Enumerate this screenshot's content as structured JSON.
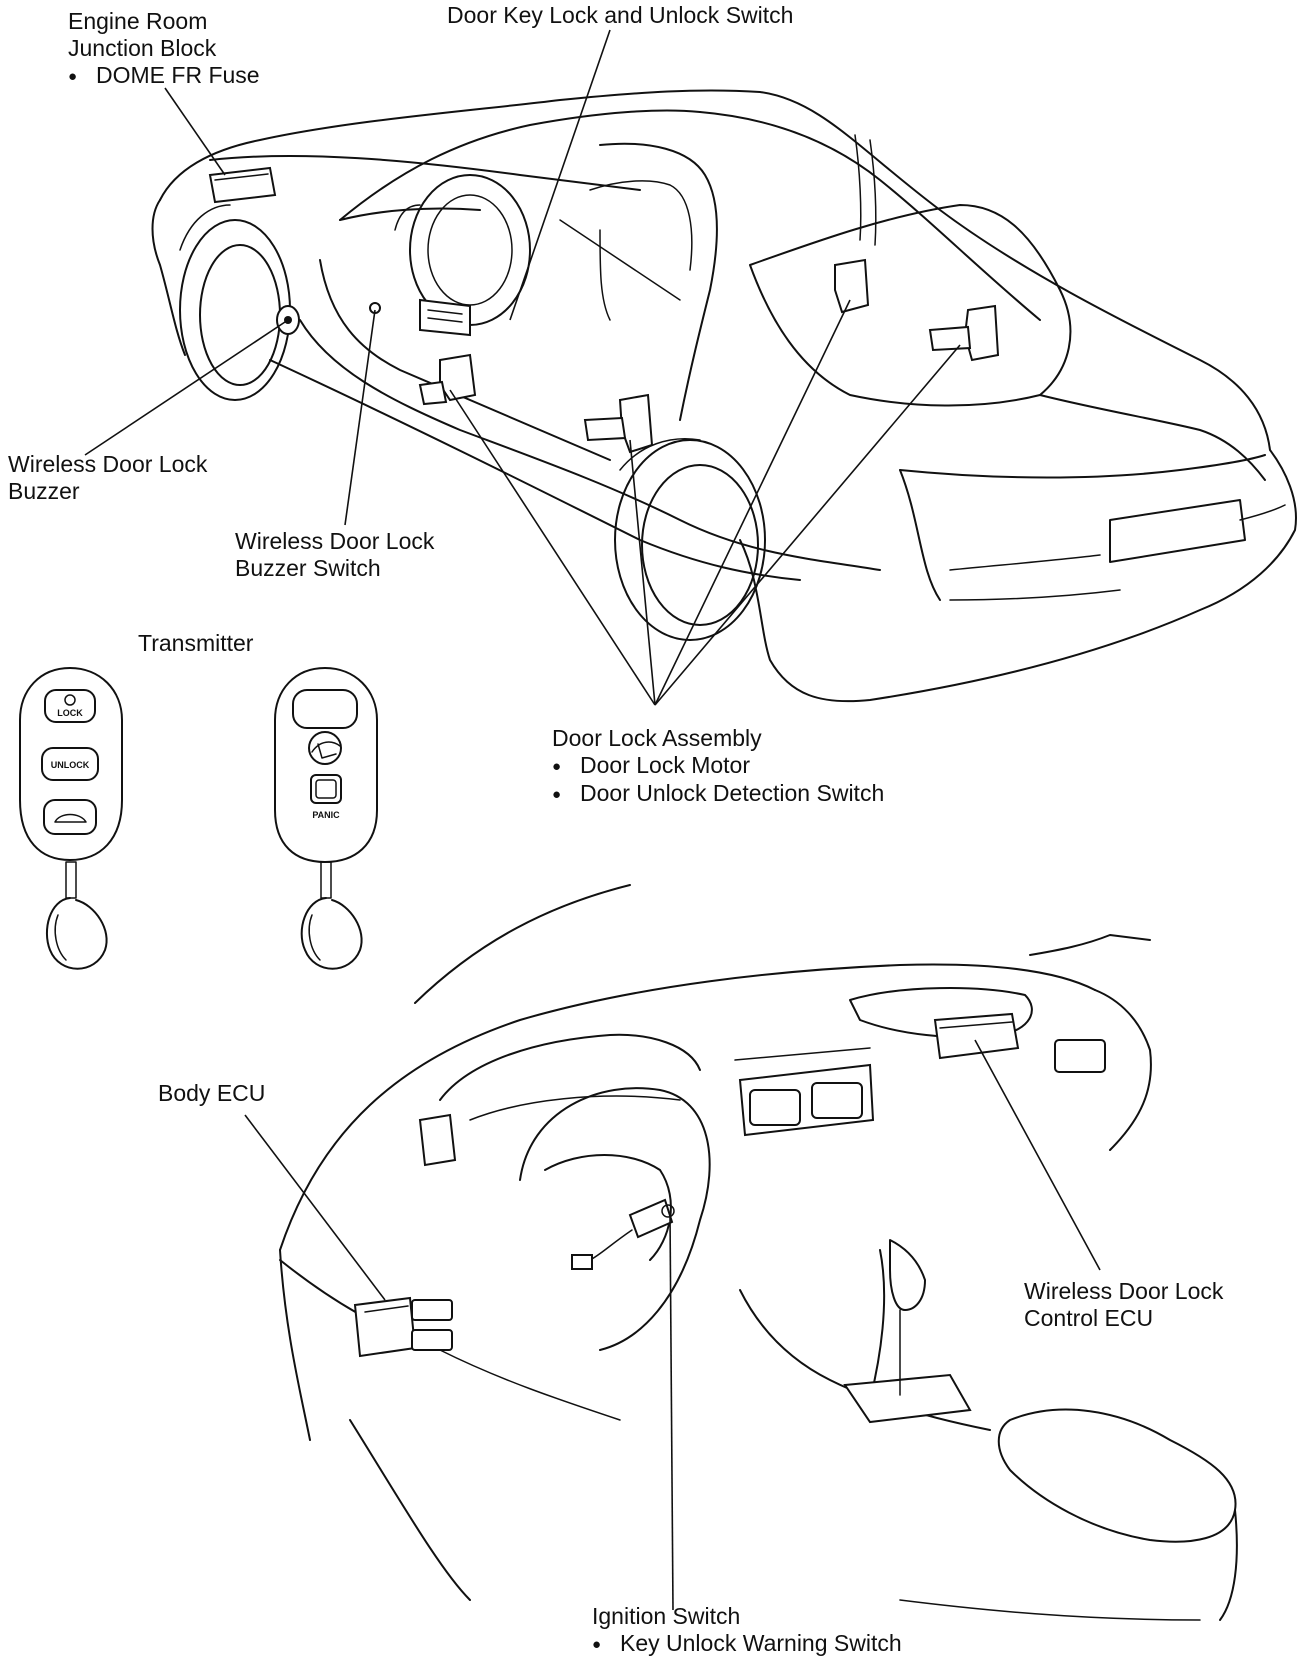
{
  "labels": {
    "engine_room": [
      "Engine Room",
      "Junction Block",
      "DOME FR Fuse"
    ],
    "door_key_switch": "Door Key Lock and Unlock Switch",
    "wireless_buzzer": [
      "Wireless Door Lock",
      "Buzzer"
    ],
    "buzzer_switch": [
      "Wireless Door Lock",
      "Buzzer Switch"
    ],
    "transmitter": "Transmitter",
    "door_lock_assembly": [
      "Door Lock Assembly",
      "Door Lock Motor",
      "Door Unlock Detection Switch"
    ],
    "body_ecu": "Body ECU",
    "control_ecu": [
      "Wireless Door Lock",
      "Control ECU"
    ],
    "ignition": [
      "Ignition Switch",
      "Key Unlock Warning Switch"
    ]
  },
  "fob_left_buttons": [
    "LOCK",
    "UNLOCK"
  ],
  "fob_right_buttons": [
    "PANIC"
  ]
}
